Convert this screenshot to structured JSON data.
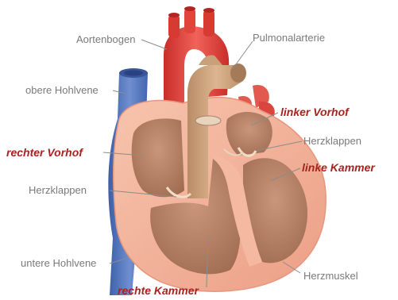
{
  "labels": {
    "aortic_arch": "Aortenbogen",
    "pulmonary_artery": "Pulmonalarterie",
    "superior_vena_cava": "obere Hohlvene",
    "left_atrium": "linker Vorhof",
    "right_atrium": "rechter Vorhof",
    "heart_valves_right": "Herzklappen",
    "left_ventricle": "linke Kammer",
    "heart_valves_left": "Herzklappen",
    "inferior_vena_cava": "untere Hohlvene",
    "heart_muscle": "Herzmuskel",
    "right_ventricle": "rechte Kammer"
  },
  "colors": {
    "aorta": "#e0443c",
    "vena_cava": "#4e6fb5",
    "pulmonary": "#c8a07a",
    "myocardium": "#f2b39a",
    "chamber": "#b88468",
    "emphasis_label": "#a8231f",
    "plain_label": "#7a7a7a",
    "leader_line": "#8c8c8c"
  }
}
